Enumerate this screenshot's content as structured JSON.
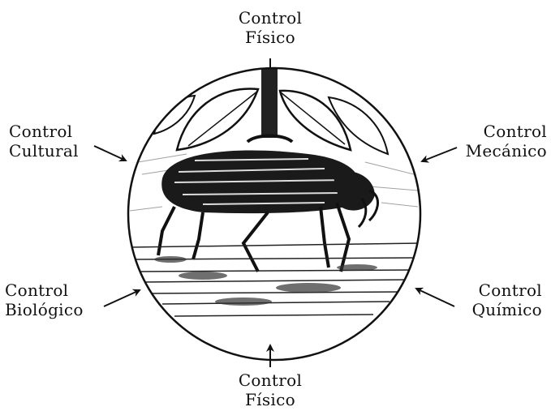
{
  "labels": {
    "top": {
      "line1": "Control",
      "line2": "Físico"
    },
    "bottom": {
      "line1": "Control",
      "line2": "Físico"
    },
    "upper_left": {
      "line1": "Control",
      "line2": "Cultural"
    },
    "upper_right": {
      "line1": "Control",
      "line2": "Mecánico"
    },
    "lower_left": {
      "line1": "Control",
      "line2": "Biológico"
    },
    "lower_right": {
      "line1": "Control",
      "line2": "Químico"
    }
  },
  "illustration": {
    "subject": "beetle-on-soil-under-leaves",
    "style": "pen-and-ink sketch in circle"
  },
  "colors": {
    "ink": "#111111",
    "background": "#ffffff"
  }
}
